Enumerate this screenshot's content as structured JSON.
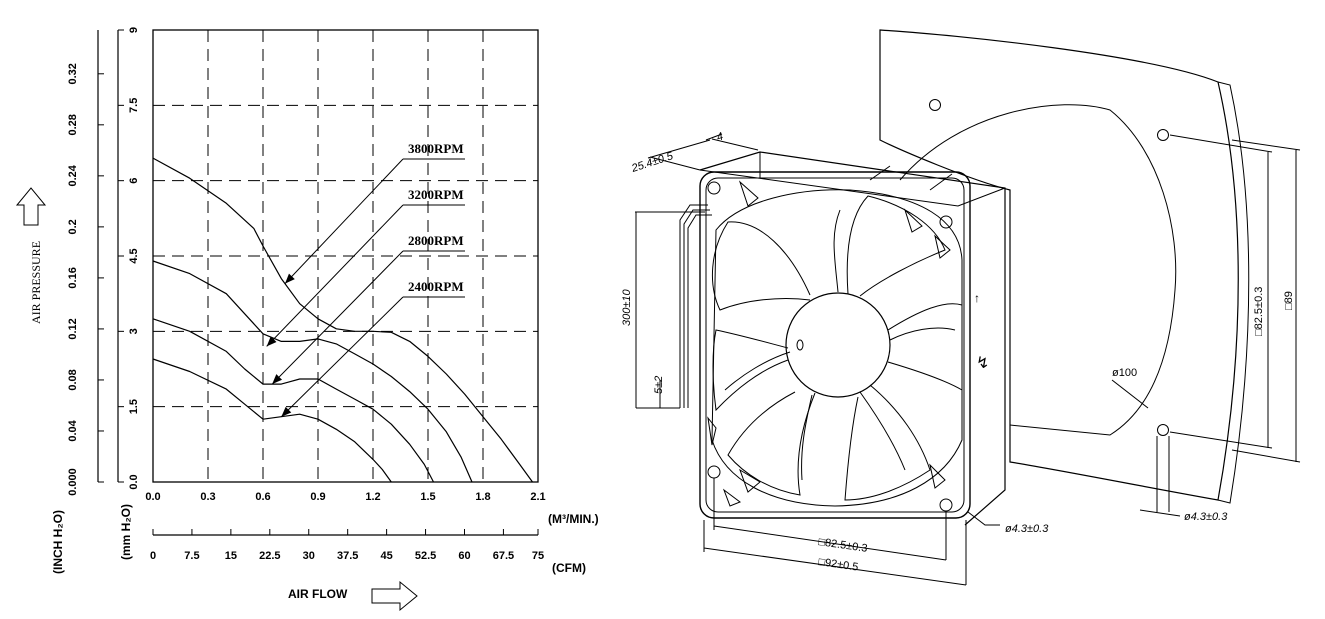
{
  "chart": {
    "pressure_label": "AIR PRESSURE",
    "airflow_label": "AIR FLOW",
    "unit_inch": "(INCH H₂O)",
    "unit_mmh2o": "(mm H₂O)",
    "unit_m3": "(M³/MIN.)",
    "unit_cfm": "(CFM)"
  },
  "chart_data": {
    "type": "line",
    "title": "",
    "xlabel": "AIR FLOW",
    "ylabel": "AIR PRESSURE",
    "x_unit_primary": "(M³/MIN.)",
    "x_unit_secondary": "(CFM)",
    "y_unit_primary": "(mm H₂O)",
    "y_unit_secondary": "(INCH H₂O)",
    "xlim": [
      0,
      2.1
    ],
    "ylim": [
      0,
      9
    ],
    "grid": true,
    "x_ticks_m3": [
      "0.0",
      "0.3",
      "0.6",
      "0.9",
      "1.2",
      "1.5",
      "1.8",
      "2.1"
    ],
    "x_ticks_cfm": [
      "0",
      "7.5",
      "15",
      "22.5",
      "30",
      "37.5",
      "45",
      "52.5",
      "60",
      "67.5",
      "75"
    ],
    "y_ticks_mm": [
      "0.0",
      "1.5",
      "3",
      "4.5",
      "6",
      "7.5",
      "9"
    ],
    "y_ticks_inch": [
      "0.000",
      "0.04",
      "0.08",
      "0.12",
      "0.16",
      "0.2",
      "0.24",
      "0.28",
      "0.32"
    ],
    "series": [
      {
        "name": "3800RPM",
        "x": [
          0,
          0.2,
          0.4,
          0.55,
          0.6,
          0.7,
          0.8,
          0.9,
          1.0,
          1.1,
          1.2,
          1.3,
          1.4,
          1.5,
          1.6,
          1.7,
          1.8,
          1.9,
          2.0,
          2.07
        ],
        "y": [
          6.45,
          6.05,
          5.55,
          5.05,
          4.7,
          4.05,
          3.55,
          3.25,
          3.05,
          3.0,
          3.0,
          2.98,
          2.8,
          2.5,
          2.15,
          1.75,
          1.3,
          0.85,
          0.35,
          0
        ]
      },
      {
        "name": "3200RPM",
        "x": [
          0,
          0.2,
          0.4,
          0.5,
          0.6,
          0.7,
          0.8,
          0.9,
          1.0,
          1.1,
          1.2,
          1.3,
          1.4,
          1.5,
          1.6,
          1.68,
          1.74
        ],
        "y": [
          4.4,
          4.15,
          3.75,
          3.35,
          2.95,
          2.8,
          2.8,
          2.85,
          2.75,
          2.55,
          2.35,
          2.1,
          1.8,
          1.45,
          1.0,
          0.5,
          0
        ]
      },
      {
        "name": "2800RPM",
        "x": [
          0,
          0.2,
          0.4,
          0.5,
          0.6,
          0.7,
          0.8,
          0.9,
          1.0,
          1.1,
          1.2,
          1.3,
          1.4,
          1.48,
          1.53
        ],
        "y": [
          3.25,
          3.0,
          2.6,
          2.25,
          1.95,
          1.95,
          2.05,
          2.05,
          1.85,
          1.65,
          1.45,
          1.15,
          0.75,
          0.35,
          0
        ]
      },
      {
        "name": "2400RPM",
        "x": [
          0,
          0.2,
          0.4,
          0.5,
          0.6,
          0.7,
          0.8,
          0.9,
          1.0,
          1.1,
          1.2,
          1.25,
          1.3
        ],
        "y": [
          2.45,
          2.2,
          1.85,
          1.55,
          1.25,
          1.3,
          1.35,
          1.25,
          1.05,
          0.8,
          0.45,
          0.25,
          0
        ]
      }
    ]
  },
  "drawing": {
    "dim_25_4": "25.4±0.5",
    "dim_4": "4",
    "dim_300": "300±10",
    "dim_5": "5±2",
    "dim_82_5_bottom": "□82.5±0.3",
    "dim_92": "□92±0.5",
    "dim_hole_fan": "ø4.3±0.3",
    "dim_82_5_right": "□82.5±0.3",
    "dim_89": "□89",
    "dim_100": "ø100",
    "dim_hole_panel": "ø4.3±0.3"
  }
}
